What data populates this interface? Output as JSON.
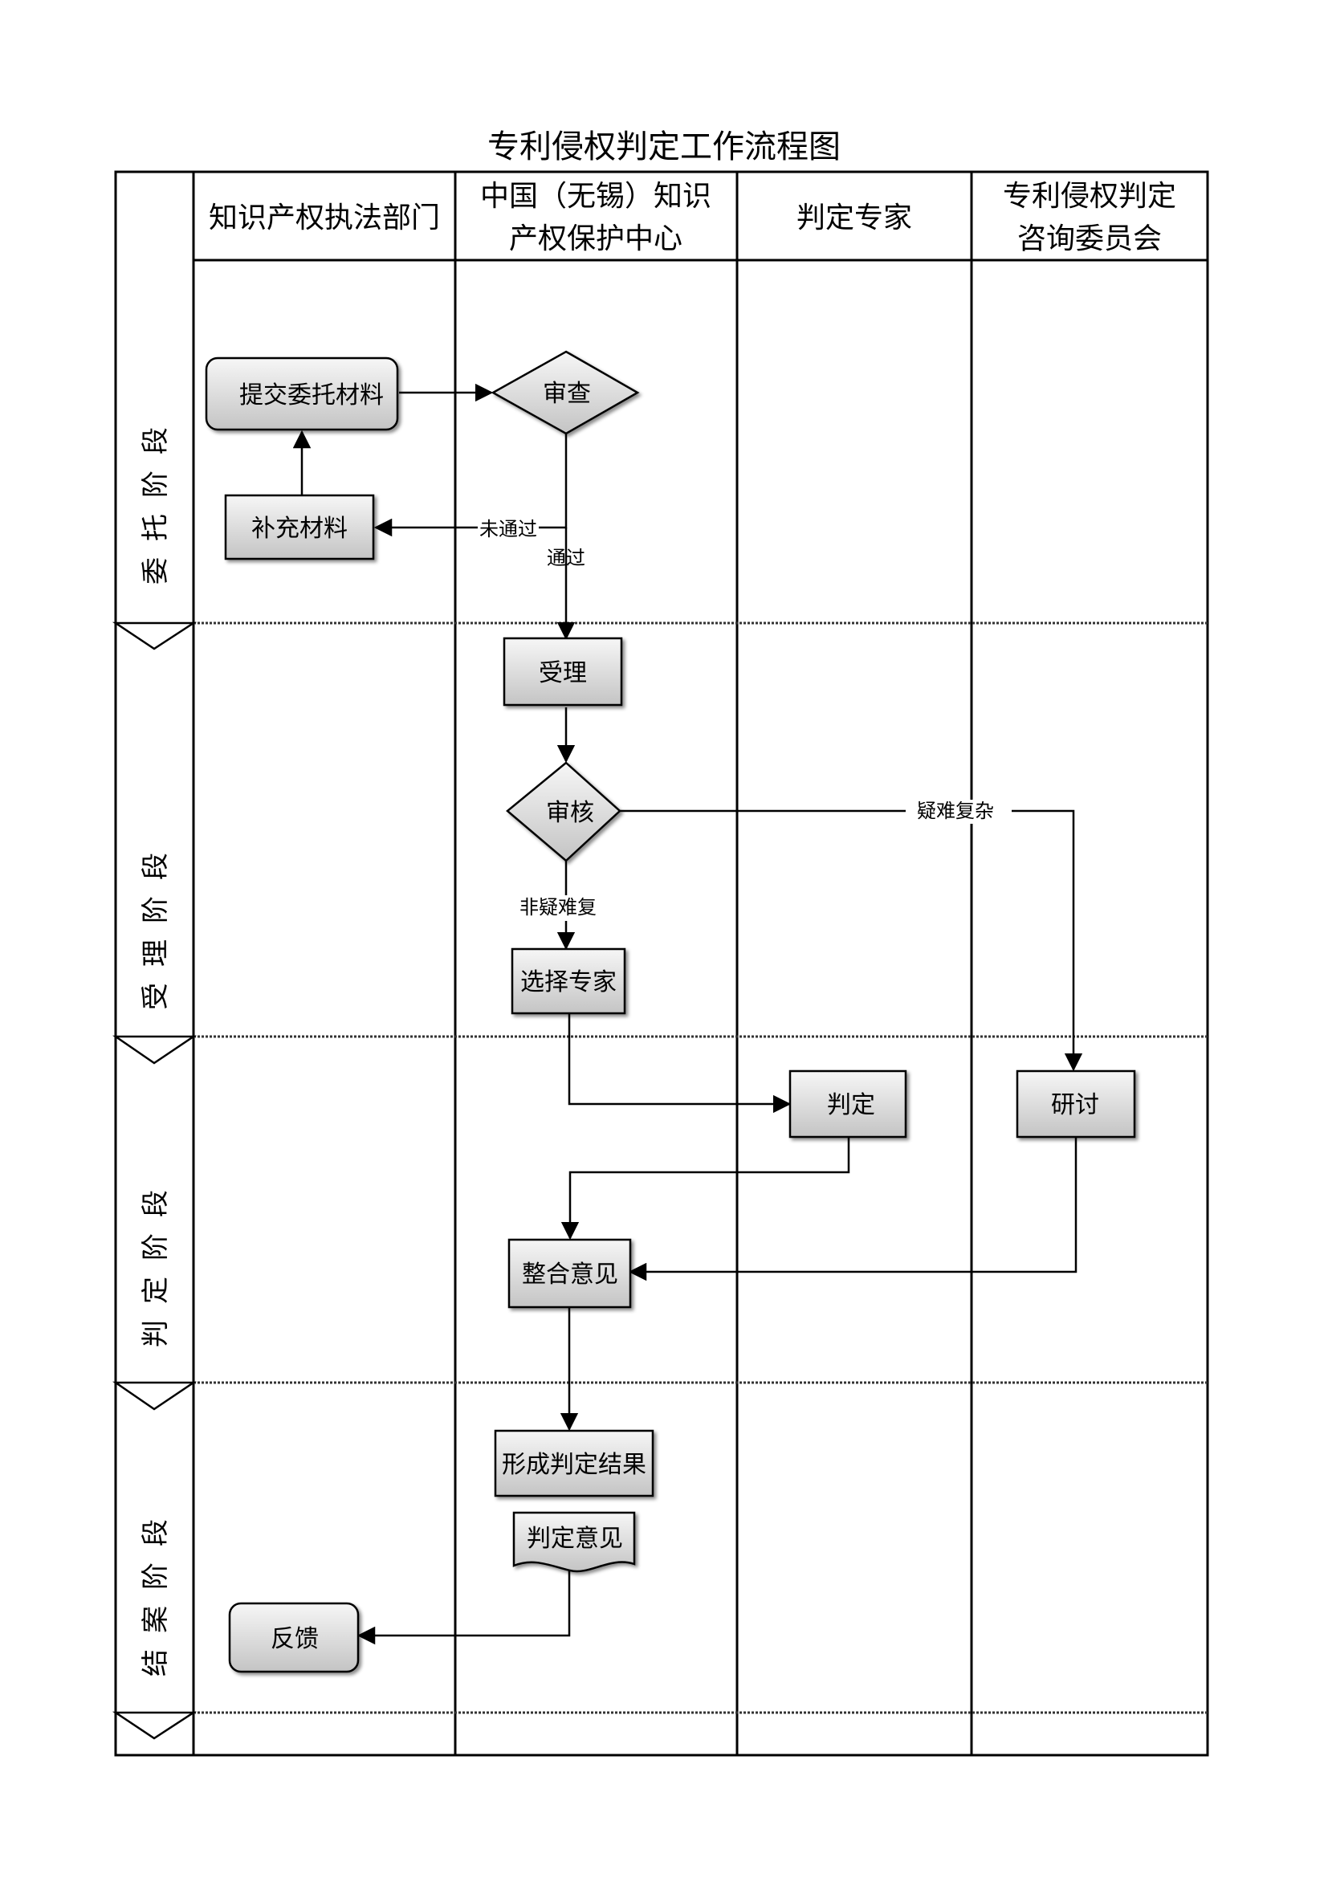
{
  "title": "专利侵权判定工作流程图",
  "lanes": [
    "知识产权执法部门",
    "中国（无锡）知识",
    "产权保护中心",
    "判定专家",
    "专利侵权判定",
    "咨询委员会"
  ],
  "stages": [
    "委托阶段",
    "受理阶段",
    "判定阶段",
    "结案阶段"
  ],
  "nodes": {
    "submit": "提交委托材料",
    "review": "审查",
    "supplement": "补充材料",
    "accept": "受理",
    "audit": "审核",
    "select_expert": "选择专家",
    "judge": "判定",
    "discuss": "研讨",
    "integrate": "整合意见",
    "form_result": "形成判定结果",
    "opinion_doc": "判定意见",
    "feedback": "反馈"
  },
  "edge_labels": {
    "not_passed": "未通过",
    "passed": "通过",
    "complex": "疑难复杂",
    "non_complex": "非疑难复"
  },
  "colors": {
    "border": "#000000",
    "node_fill_top": "#f4f4f4",
    "node_fill_bottom": "#c8c8c8",
    "divider": "#333333"
  }
}
